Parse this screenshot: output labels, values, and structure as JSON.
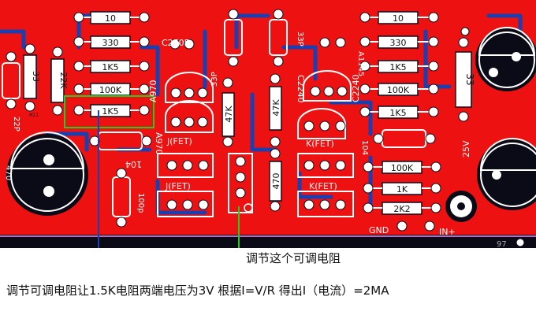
{
  "board": {
    "colors": {
      "copper": "#ee1111",
      "background": "#0b0b18",
      "trace": "#1a3fb0",
      "pad": "#ffffff",
      "silk": "#ffffff",
      "green_line": "#22cc22",
      "blue_line": "#1a3fb0"
    },
    "resistors": [
      "10",
      "330",
      "1K5",
      "100K",
      "1K5",
      "10",
      "330",
      "1K5",
      "100K",
      "1K5",
      "100K",
      "1K",
      "2K2",
      "47K",
      "47K",
      "470",
      "33",
      "22K",
      "33"
    ],
    "rotated_labels": [
      "33",
      "22K",
      "22P",
      "470",
      "C2705",
      "33P",
      "A970",
      "A970",
      "47K",
      "470",
      "104",
      "100p",
      "33P",
      "A1145",
      "C2240",
      "C2240",
      "104",
      "25V",
      "33"
    ],
    "transistor_labels": [
      "J(FET)",
      "J(FET)",
      "K(FET)",
      "K(FET)"
    ],
    "connector_labels": [
      "GND",
      "IN+"
    ],
    "corner_text": "97",
    "pad_text": "H11"
  },
  "captions": {
    "green": "调节这个可调电阻",
    "blue": "调节可调电阻让1.5K电阻两端电压为3V 根据I=V/R 得出I（电流）=2MA"
  }
}
